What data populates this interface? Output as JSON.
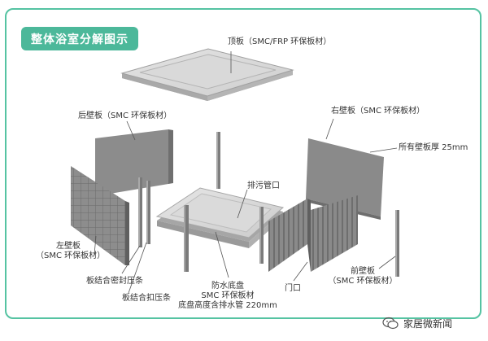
{
  "title": "整体浴室分解图示",
  "labels": {
    "roof": "顶板（SMC/FRP 环保板材）",
    "back_wall": "后壁板（SMC 环保板材）",
    "right_wall": "右壁板（SMC 环保板材）",
    "thickness": "所有壁板厚 25mm",
    "drain": "排污管口",
    "left_wall_line1": "左壁板",
    "left_wall_line2": "（SMC 环保板材）",
    "seal_strip": "板结合密封压条",
    "buckle_strip": "板结合扣压条",
    "base_line1": "防水底盘",
    "base_line2": "SMC 环保板材",
    "base_line3": "底盘高度含排水管 220mm",
    "door": "门口",
    "front_wall_line1": "前壁板",
    "front_wall_line2": "（SMC 环保板材）"
  },
  "watermark": "家居微新闻",
  "colors": {
    "frame": "#55c3a2",
    "badge": "#4cb89a"
  }
}
